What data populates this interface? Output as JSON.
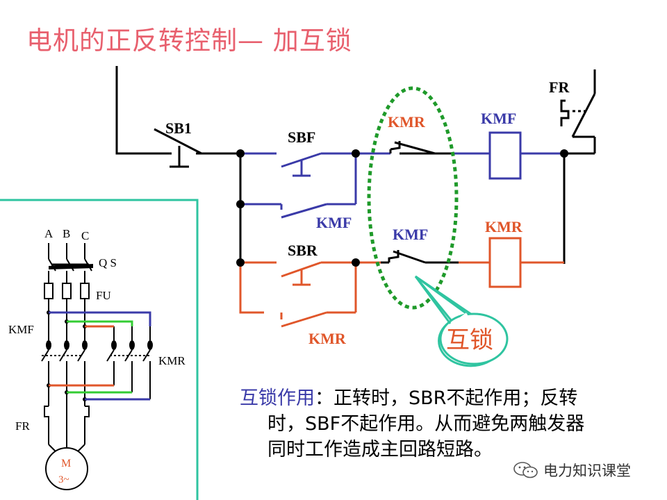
{
  "title": "电机的正反转控制— 加互锁",
  "labels": {
    "sb1": "SB1",
    "sbf": "SBF",
    "sbr": "SBR",
    "fr_ctrl": "FR",
    "kmr_interlock": "KMR",
    "kmf_coil": "KMF",
    "kmf_hold": "KMF",
    "kmf_interlock": "KMF",
    "kmr_coil": "KMR",
    "kmr_hold": "KMR",
    "interlock_callout": "互锁",
    "phase_a": "A",
    "phase_b": "B",
    "phase_c": "C",
    "qs": "Q S",
    "fu": "FU",
    "kmf_main": "KMF",
    "kmr_main": "KMR",
    "fr_main": "FR",
    "motor_m": "M",
    "motor_3": "3~"
  },
  "note": {
    "head": "互锁作用",
    "line1": "：正转时，SBR不起作用；反转",
    "line2": "时，SBF不起作用。从而避免两触发器",
    "line3": "同时工作造成主回路短路。"
  },
  "watermark": "电力知识课堂",
  "colors": {
    "title": "#e8606e",
    "forward_circuit": "#3a3aa8",
    "reverse_circuit": "#e0562a",
    "interlock_ellipse": "#1f9a2a",
    "callout_border": "#2fc4a0",
    "main_frame": "#2fc4a0",
    "label_red": "#e0562a",
    "label_blue": "#3a3aa8",
    "green_wire": "#33cc33"
  }
}
